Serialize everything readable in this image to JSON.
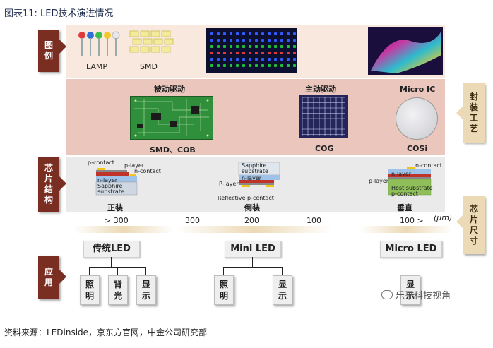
{
  "title": "图表11: LED技术演进情况",
  "side_labels": {
    "left_top": "图\n例",
    "left_mid": "芯\n片\n结\n构",
    "left_bot": "应\n用",
    "right_top": "封\n装\n工\n艺",
    "right_bot": "芯\n片\n尺\n寸"
  },
  "row1": {
    "lamp": "LAMP",
    "smd": "SMD"
  },
  "row2": {
    "passive": "被动驱动",
    "active": "主动驱动",
    "micro_ic": "Micro IC",
    "smd_cob": "SMD、COB",
    "cog": "COG",
    "cosi": "COSi"
  },
  "row3": {
    "face_up": "正装",
    "flip": "倒装",
    "vertical": "垂直",
    "fu_pcontact": "p-contact",
    "fu_player": "p-layer",
    "fu_ncontact": "n-contact",
    "fu_nlayer": "n-layer",
    "fu_sapphire": "Sapphire\nsubstrate",
    "fl_sapphire": "Sapphire\nsubstrate",
    "fl_nlayer": "n-layer",
    "fl_player": "P-layer",
    "fl_reflective": "Reflective p-contact",
    "v_ncontact": "n-contact",
    "v_nlayer": "n-layer",
    "v_player": "p-layer",
    "v_host": "Host substrate",
    "v_pcontact": "p-contact"
  },
  "size_axis": {
    "unit": "(μm)",
    "ticks": [
      "> 300",
      "300",
      "200",
      "100",
      "100 >"
    ]
  },
  "categories": {
    "traditional": "传统LED",
    "mini": "Mini LED",
    "micro": "Micro LED"
  },
  "applications": {
    "lighting": "照\n明",
    "backlight": "背\n光",
    "display": "显\n示",
    "mini_lighting": "照\n明",
    "mini_display": "显\n示",
    "micro_display": "显\n示"
  },
  "source": "资料来源：LEDinside，京东方官网，中金公司研究部",
  "watermark": "乐平科技视角",
  "colors": {
    "dark_red": "#7a2e22",
    "beige": "#ecd9b5",
    "band_light": "#f9e8dd",
    "band_pink": "#eac6bd",
    "band_gray": "#eaeaea"
  }
}
